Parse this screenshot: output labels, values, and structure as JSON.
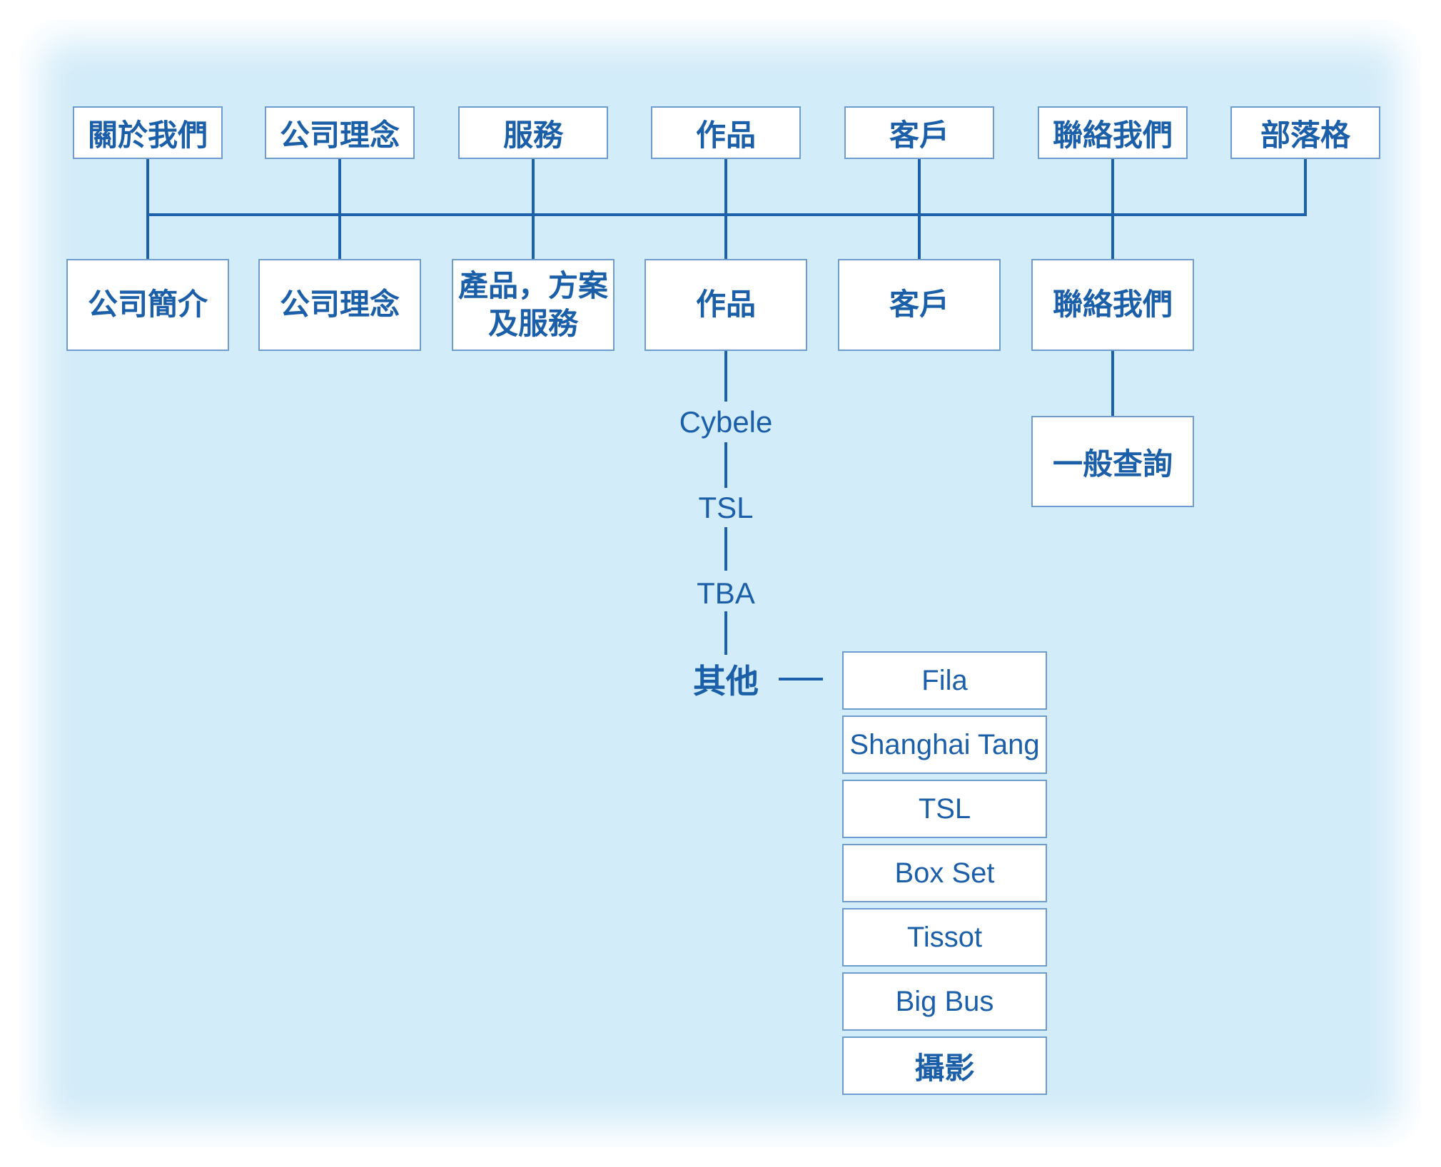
{
  "colors": {
    "panel_bg": "#d3ecf9",
    "box_border": "#6f9ccf",
    "line": "#1c61aa",
    "text": "#1c5fa9"
  },
  "top_row": [
    "關於我們",
    "公司理念",
    "服務",
    "作品",
    "客戶",
    "聯絡我們",
    "部落格"
  ],
  "second_row": [
    "公司簡介",
    "公司理念",
    {
      "line1": "產品，方案",
      "line2": "及服務"
    },
    "作品",
    "客戶",
    "聯絡我們"
  ],
  "works_children": [
    "Cybele",
    "TSL",
    "TBA",
    "其他"
  ],
  "contact_child": "一般查詢",
  "others_children": [
    "Fila",
    "Shanghai Tang",
    "TSL",
    "Box Set",
    "Tissot",
    "Big Bus",
    "攝影"
  ]
}
